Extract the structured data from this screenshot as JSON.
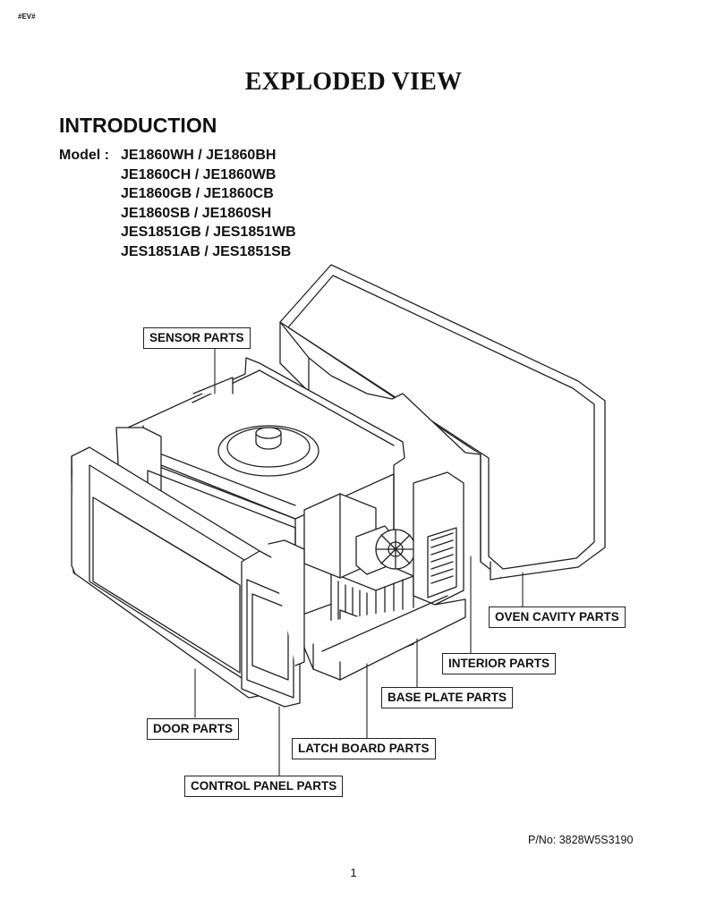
{
  "header": {
    "tag": "#EV#",
    "title": "EXPLODED VIEW"
  },
  "intro": {
    "heading": "INTRODUCTION",
    "model_label": "Model :",
    "models": [
      "JE1860WH / JE1860BH",
      "JE1860CH / JE1860WB",
      "JE1860GB / JE1860CB",
      "JE1860SB / JE1860SH",
      "JES1851GB / JES1851WB",
      "JES1851AB / JES1851SB"
    ]
  },
  "callouts": {
    "sensor": "SENSOR PARTS",
    "oven_cavity": "OVEN CAVITY PARTS",
    "interior": "INTERIOR PARTS",
    "base_plate": "BASE PLATE PARTS",
    "door": "DOOR PARTS",
    "latch_board": "LATCH BOARD PARTS",
    "control_panel": "CONTROL PANEL PARTS"
  },
  "footer": {
    "part_number": "P/No: 3828W5S3190",
    "page": "1"
  }
}
